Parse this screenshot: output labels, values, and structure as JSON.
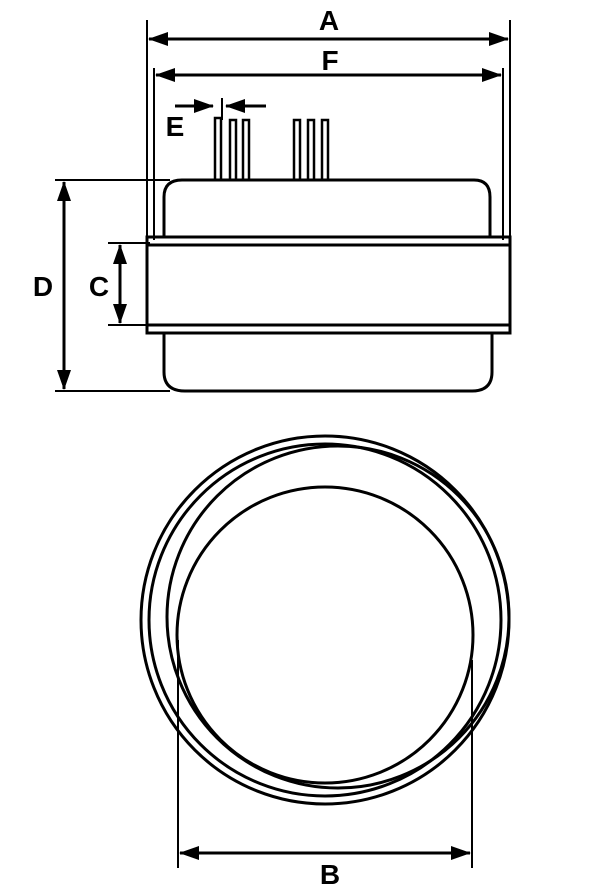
{
  "labels": {
    "a": "A",
    "b": "B",
    "c": "C",
    "d": "D",
    "e": "E",
    "f": "F"
  },
  "colors": {
    "line": "#000000",
    "background": "#ffffff"
  }
}
